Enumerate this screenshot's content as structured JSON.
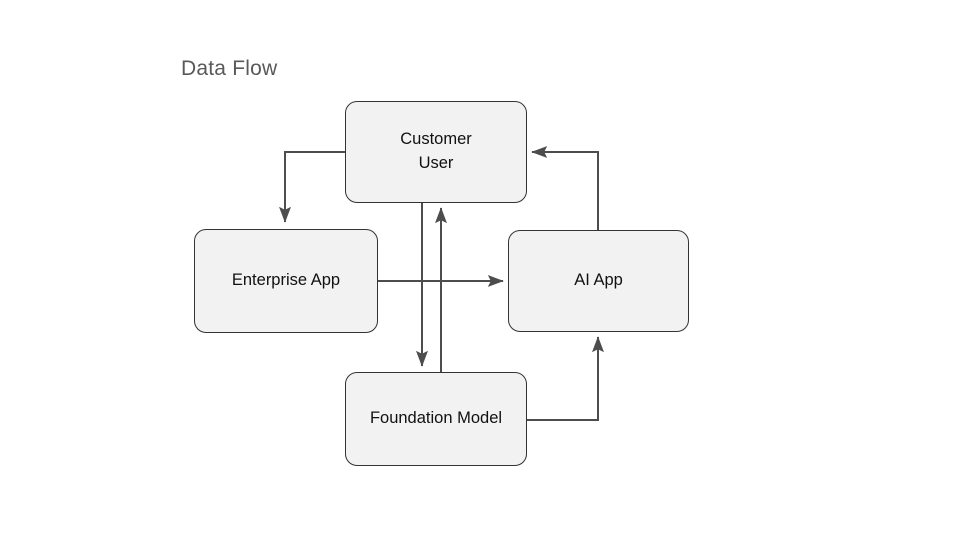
{
  "diagram": {
    "title": "Data Flow",
    "title_color": "#595959",
    "background_color": "#ffffff",
    "node_fill": "#f2f2f2",
    "node_border_color": "#333333",
    "edge_color": "#4d4d4d",
    "nodes": [
      {
        "id": "customer-user",
        "label": "Customer\nUser"
      },
      {
        "id": "enterprise-app",
        "label": "Enterprise App"
      },
      {
        "id": "ai-app",
        "label": "AI App"
      },
      {
        "id": "foundation-model",
        "label": "Foundation Model"
      }
    ],
    "edges": [
      {
        "id": "customer-user-to-enterprise-app",
        "from": "Customer User",
        "to": "Enterprise App"
      },
      {
        "id": "enterprise-app-to-ai-app",
        "from": "Enterprise App",
        "to": "AI App"
      },
      {
        "id": "ai-app-to-customer-user",
        "from": "AI App",
        "to": "Customer User"
      },
      {
        "id": "foundation-model-to-ai-app",
        "from": "Foundation Model",
        "to": "AI App"
      },
      {
        "id": "customer-user-to-foundation-model",
        "from": "Customer User",
        "to": "Foundation Model"
      },
      {
        "id": "foundation-model-to-customer-user",
        "from": "Foundation Model",
        "to": "Customer User"
      }
    ]
  }
}
